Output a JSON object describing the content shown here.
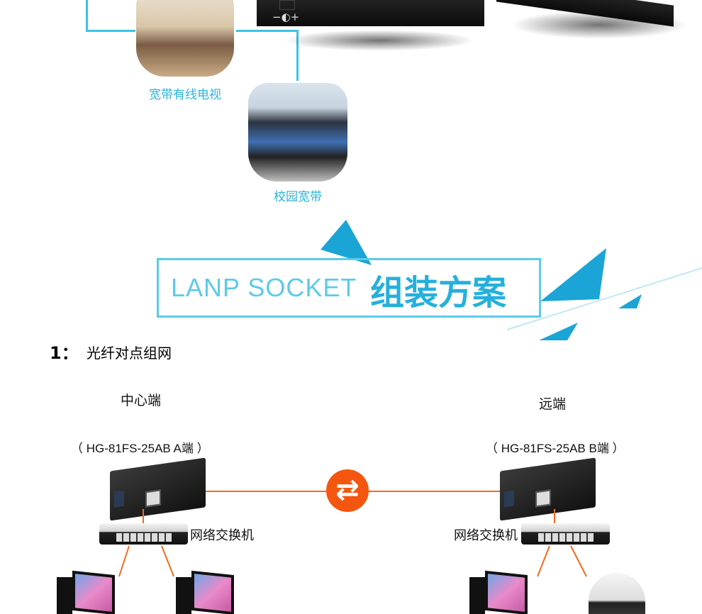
{
  "top_section": {
    "power_label": "−◐+",
    "app_labels": [
      "宽带有线电视",
      "校园宽带"
    ]
  },
  "banner": {
    "title_en": "LANP SOCKET",
    "title_cn": "组装方案"
  },
  "scheme": {
    "number": "1：",
    "title": "光纤对点组网",
    "center_end": "中心端",
    "remote_end": "远端",
    "model_a": "（ HG-81FS-25AB  A端 ）",
    "model_b": "（ HG-81FS-25AB  B端 ）",
    "switch_label": "网络交换机",
    "exchange_icon": "⇄"
  },
  "colors": {
    "accent": "#2ab4d9",
    "orange": "#f26b1d"
  }
}
